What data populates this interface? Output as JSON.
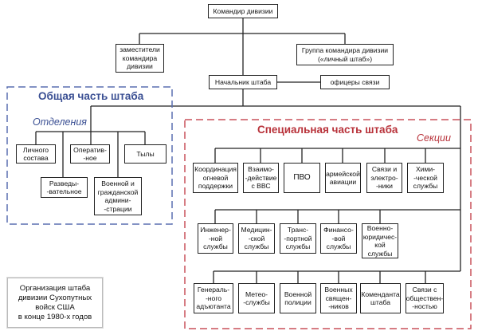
{
  "diagram": {
    "caption": "Организация штаба\nдивизии Сухопутных\nвойск США\nв конце 1980-х годов",
    "colors": {
      "general": "#3a4f93",
      "special": "#b8323a",
      "lines": "#222222"
    },
    "top": {
      "commander": "Командир дивизии",
      "deputies": "заместители\nкомандира\nдивизии",
      "personal_staff": "Группа командира дивизии\n(«личный штаб»)",
      "chief_of_staff": "Начальник штаба",
      "liaison": "офицеры связи"
    },
    "general_staff": {
      "title": "Общая часть штаба",
      "subtitle": "Отделения",
      "departments": [
        "Личного\nсостава",
        "Разведы-\n-вательное",
        "Оператив-\n-ное",
        "Военной и\nгражданской\nадмини-\n-страции",
        "Тылы"
      ]
    },
    "special_staff": {
      "title": "Специальная часть штаба",
      "subtitle": "Секции",
      "row1": [
        "Координация\nогневой\nподдержки",
        "Взаимо-\n-действие\nс ВВС",
        "ПВО",
        "армейской\nавиации",
        "Связи и\nэлектро-\n-ники",
        "Хими-\n-ческой\nслужбы"
      ],
      "row2": [
        "Инженер-\n-ной\nслужбы",
        "Медицин-\n-ской\nслужбы",
        "Транс-\n-портной\nслужбы",
        "Финансо-\n-вой\nслужбы",
        "Военно-\nюридичес-\nкой\nслужбы"
      ],
      "row3": [
        "Генераль-\n-ного\nадъютанта",
        "Метео-\n-службы",
        "Военной\nполиции",
        "Военных\nсвящен-\n-ников",
        "Коменданта\nштаба",
        "Связи с\nобществен-\n-ностью"
      ]
    }
  }
}
